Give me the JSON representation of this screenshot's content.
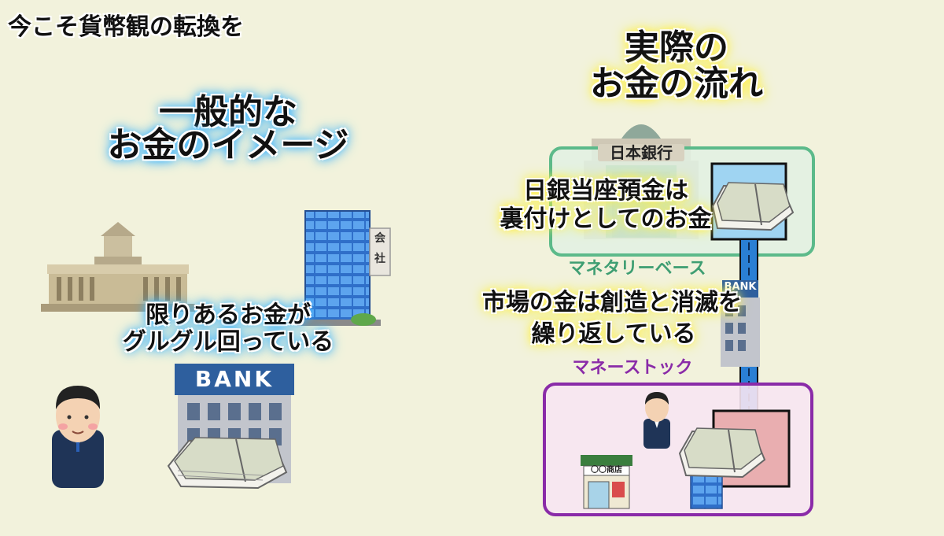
{
  "header": {
    "title": "今こそ貨幣観の転換を"
  },
  "left": {
    "heading_line1": "一般的な",
    "heading_line2": "お金のイメージ",
    "caption_line1": "限りあるお金が",
    "caption_line2": "グルグル回っている",
    "bank_sign": "BANK",
    "company_sign_1": "会",
    "company_sign_2": "社"
  },
  "right": {
    "heading_line1": "実際の",
    "heading_line2": "お金の流れ",
    "central_bank_label": "日本銀行",
    "reserve_line1": "日銀当座預金は",
    "reserve_line2": "裏付けとしてのお金",
    "monetary_base_label": "マネタリーベース",
    "bank_sign": "BANK",
    "market_line1": "市場の金は創造と消滅を",
    "market_line2": "繰り返している",
    "money_stock_label": "マネーストック",
    "shop_sign": "〇〇商店"
  },
  "colors": {
    "background": "#f2f2dc",
    "monetary_base": "#5cba8a",
    "money_stock": "#8a2ba8",
    "flow_line": "#2a7fd4"
  }
}
